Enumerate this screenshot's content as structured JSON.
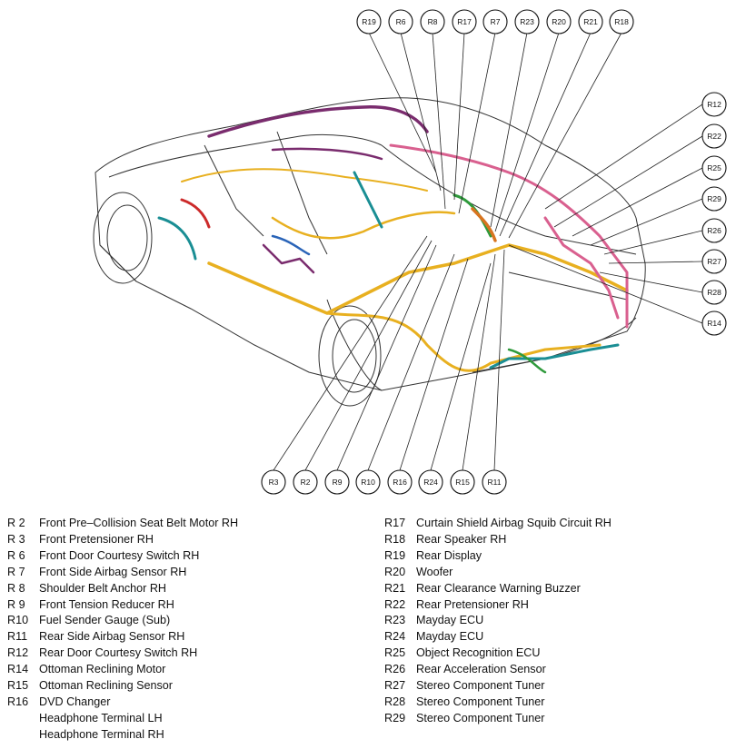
{
  "callouts_top": [
    "R19",
    "R6",
    "R8",
    "R17",
    "R7",
    "R23",
    "R20",
    "R21",
    "R18"
  ],
  "callouts_right": [
    "R12",
    "R22",
    "R25",
    "R29",
    "R26",
    "R27",
    "R28",
    "R14"
  ],
  "callouts_bottom": [
    "R3",
    "R2",
    "R9",
    "R10",
    "R16",
    "R24",
    "R15",
    "R11"
  ],
  "harness_colors": {
    "yellow": "#e8b020",
    "pink": "#d9608f",
    "purple": "#7a2c6e",
    "teal": "#1a8e94",
    "green": "#2f9a3c",
    "red": "#cc2a2a",
    "orange": "#d8741f",
    "blue": "#2a64b8"
  },
  "legend_left": [
    {
      "code": "R  2",
      "label": "Front Pre–Collision Seat Belt Motor RH"
    },
    {
      "code": "R  3",
      "label": "Front Pretensioner RH"
    },
    {
      "code": "R  6",
      "label": "Front Door Courtesy Switch RH"
    },
    {
      "code": "R  7",
      "label": "Front Side Airbag Sensor RH"
    },
    {
      "code": "R  8",
      "label": "Shoulder Belt Anchor RH"
    },
    {
      "code": "R  9",
      "label": "Front Tension Reducer RH"
    },
    {
      "code": "R10",
      "label": "Fuel Sender Gauge (Sub)"
    },
    {
      "code": "R11",
      "label": "Rear Side Airbag Sensor RH"
    },
    {
      "code": "R12",
      "label": "Rear Door Courtesy Switch RH"
    },
    {
      "code": "R14",
      "label": "Ottoman Reclining Motor"
    },
    {
      "code": "R15",
      "label": "Ottoman Reclining Sensor"
    },
    {
      "code": "R16",
      "label": "DVD Changer"
    },
    {
      "code": "",
      "label": "Headphone Terminal LH"
    },
    {
      "code": "",
      "label": "Headphone Terminal RH"
    }
  ],
  "legend_right": [
    {
      "code": "R17",
      "label": "Curtain Shield Airbag Squib Circuit RH"
    },
    {
      "code": "R18",
      "label": "Rear Speaker RH"
    },
    {
      "code": "R19",
      "label": "Rear Display"
    },
    {
      "code": "R20",
      "label": "Woofer"
    },
    {
      "code": "R21",
      "label": "Rear Clearance Warning Buzzer"
    },
    {
      "code": "R22",
      "label": "Rear Pretensioner RH"
    },
    {
      "code": "R23",
      "label": "Mayday ECU"
    },
    {
      "code": "R24",
      "label": "Mayday ECU"
    },
    {
      "code": "R25",
      "label": "Object Recognition ECU"
    },
    {
      "code": "R26",
      "label": "Rear Acceleration Sensor"
    },
    {
      "code": "R27",
      "label": "Stereo Component Tuner"
    },
    {
      "code": "R28",
      "label": "Stereo Component Tuner"
    },
    {
      "code": "R29",
      "label": "Stereo Component Tuner"
    }
  ]
}
